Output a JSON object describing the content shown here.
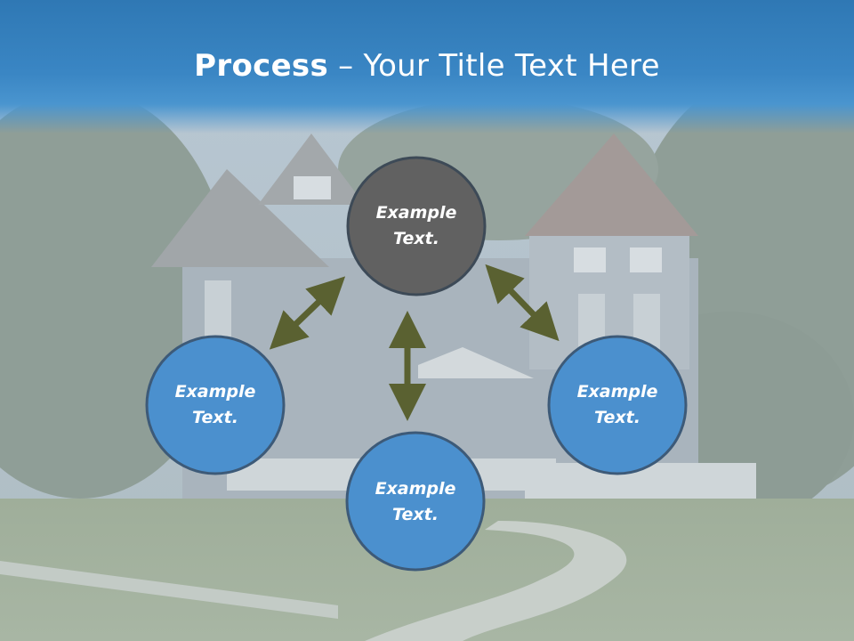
{
  "slide": {
    "title_bold": "Process",
    "title_dash": " – ",
    "title_rest": "Your Title Text Here"
  },
  "colors": {
    "title_bar": "#3a86c4",
    "center_node_fill": "#616161",
    "outer_node_fill": "#4b90ce",
    "node_border": "#3d4a57",
    "arrow": "#5a6131"
  },
  "diagram": {
    "nodes": [
      {
        "id": "center",
        "line1": "Example",
        "line2": "Text."
      },
      {
        "id": "left",
        "line1": "Example",
        "line2": "Text."
      },
      {
        "id": "bottom",
        "line1": "Example",
        "line2": "Text."
      },
      {
        "id": "right",
        "line1": "Example",
        "line2": "Text."
      }
    ]
  }
}
